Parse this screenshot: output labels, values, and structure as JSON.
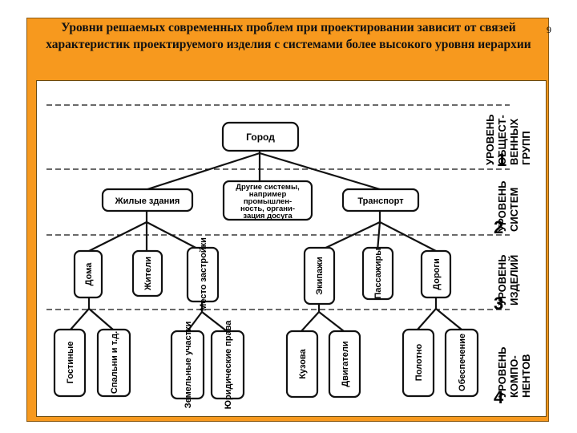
{
  "slide": {
    "title": "Уровни решаемых современных проблем при проектировании зависит от связей характеристик проектируемого изделия с системами более высокого уровня иерархии",
    "page_number": "9"
  },
  "diagram": {
    "root": "Город",
    "level2": {
      "housing": "Жилые здания",
      "other": [
        "Другие системы,",
        "например",
        "промышлен-",
        "ность, органи-",
        "зация досуга"
      ],
      "transport": "Транспорт"
    },
    "level3": [
      "Дома",
      "Жители",
      "Место застройки",
      "Экипажи",
      "Пассажиры",
      "Дороги"
    ],
    "level4": [
      "Гостиные",
      "Спальни и т.д.",
      "Земельные участки",
      "Юридические права",
      "Кузова",
      "Двигатели",
      "Полотно",
      "Обеспечение"
    ],
    "levels": [
      {
        "number": "1",
        "lines": [
          "УРОВЕНЬ",
          "ОБЩЕСТ-",
          "ВЕННЫХ",
          "ГРУПП"
        ]
      },
      {
        "number": "2",
        "lines": [
          "УРОВЕНЬ",
          "СИСТЕМ"
        ]
      },
      {
        "number": "3",
        "lines": [
          "УРОВЕНЬ",
          "ИЗДЕЛИЙ"
        ]
      },
      {
        "number": "4",
        "lines": [
          "УРОВЕНЬ",
          "КОМПО-",
          "НЕНТОВ"
        ]
      }
    ]
  }
}
